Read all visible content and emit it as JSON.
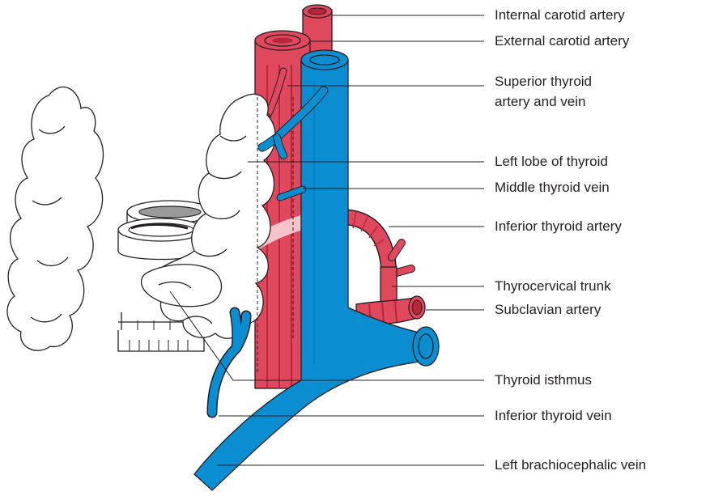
{
  "figure": {
    "labels": {
      "internal_carotid": "Internal carotid artery",
      "external_carotid": "External carotid artery",
      "superior_thyroid_1": "Superior thyroid",
      "superior_thyroid_2": "artery and vein",
      "left_lobe": "Left lobe of thyroid",
      "middle_thyroid_vein": "Middle thyroid vein",
      "inferior_thyroid_artery": "Inferior thyroid artery",
      "thyrocervical_trunk": "Thyrocervical trunk",
      "subclavian_artery": "Subclavian artery",
      "thyroid_isthmus": "Thyroid isthmus",
      "inferior_thyroid_vein": "Inferior thyroid vein",
      "left_brachiocephalic_vein": "Left brachiocephalic vein"
    },
    "colors": {
      "artery": "#e0485d",
      "artery_dark": "#b8263c",
      "artery_faded": "#f4c3c9",
      "vein": "#0a8ed1",
      "vein_dark": "#056aa0",
      "outline": "#231f20",
      "background": "#ffffff"
    }
  }
}
